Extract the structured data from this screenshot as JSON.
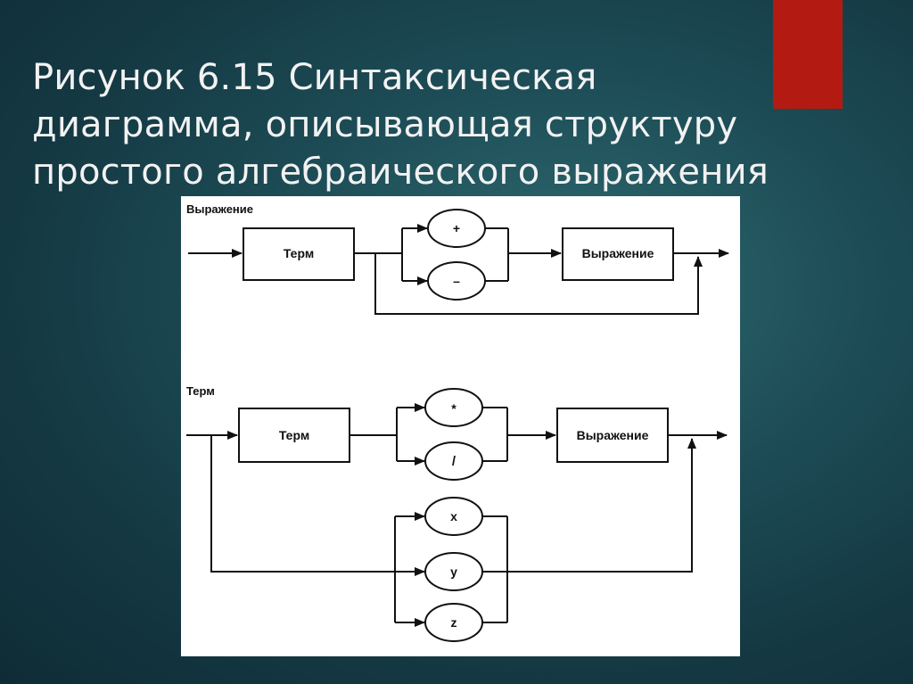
{
  "slide": {
    "title_lines": [
      "Рисунок 6.15  Синтаксическая",
      "диаграмма, описывающая структуру",
      "простого алгебраического выражения"
    ],
    "accent_color": "#b31b12"
  },
  "diagram": {
    "expr_section": {
      "heading": "Выражение",
      "term_box": "Терм",
      "op_plus": "+",
      "op_minus": "–",
      "result_box": "Выражение"
    },
    "term_section": {
      "heading": "Терм",
      "term_box": "Терм",
      "op_mul": "*",
      "op_div": "/",
      "result_box": "Выражение",
      "var_x": "x",
      "var_y": "y",
      "var_z": "z"
    }
  }
}
